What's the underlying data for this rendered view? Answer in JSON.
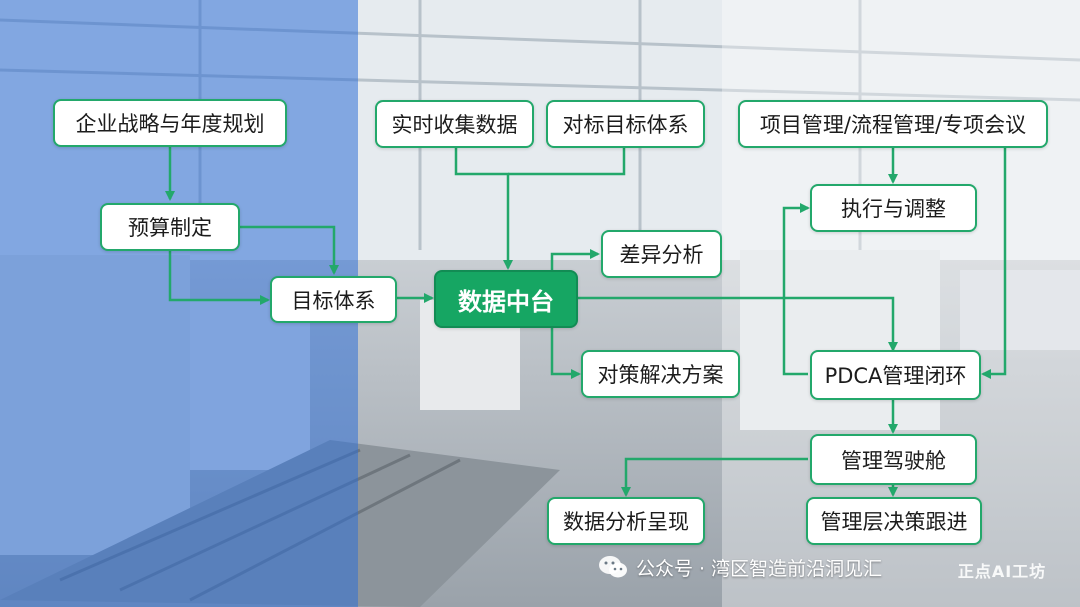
{
  "nodes": {
    "strategy": "企业战略与年度规划",
    "budget": "预算制定",
    "target_system": "目标体系",
    "realtime": "实时收集数据",
    "benchmark": "对标目标体系",
    "data_center": "数据中台",
    "variance": "差异分析",
    "solution": "对策解决方案",
    "project_mgmt": "项目管理/流程管理/专项会议",
    "execute": "执行与调整",
    "pdca": "PDCA管理闭环",
    "cockpit": "管理驾驶舱",
    "data_present": "数据分析呈现",
    "decision_track": "管理层决策跟进"
  },
  "watermark": {
    "text": "公众号 · 湾区智造前沿洞见汇",
    "icon": "wechat-icon",
    "stamp": "正点AI工坊"
  },
  "colors": {
    "accent": "#23a86b",
    "center_fill": "#16a663",
    "left_overlay": "#2f6fd6",
    "node_fill": "#ffffff"
  }
}
